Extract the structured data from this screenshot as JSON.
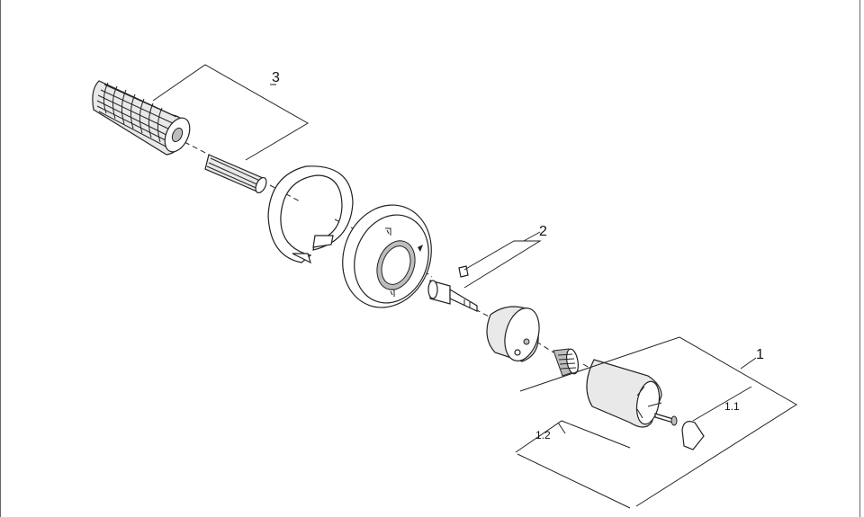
{
  "diagram": {
    "labels": {
      "callout_1": "1",
      "callout_1_1": "1.1",
      "callout_1_2": "1.2",
      "callout_2": "2",
      "callout_3": "3"
    }
  }
}
